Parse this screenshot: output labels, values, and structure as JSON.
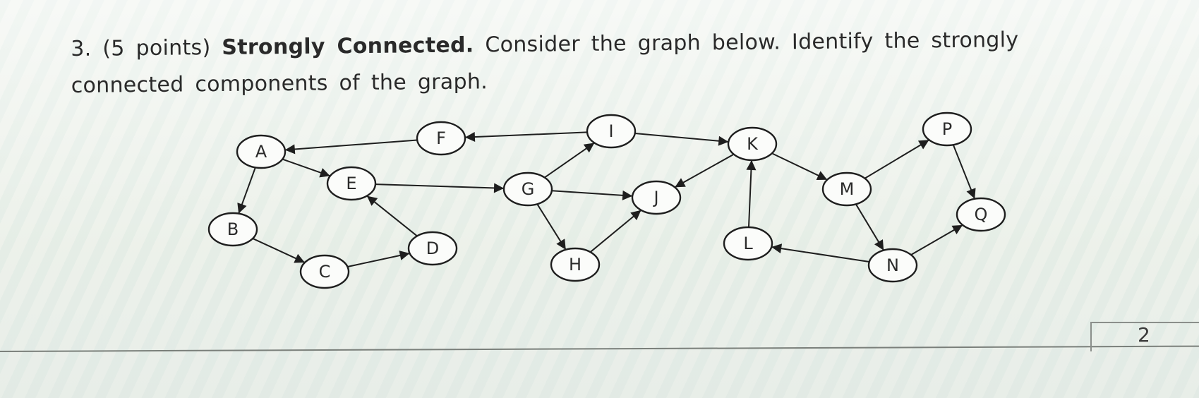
{
  "problem": {
    "number": "3.",
    "points": "(5 points)",
    "title": "Strongly Connected.",
    "prompt": "Consider the graph below. Identify the strongly connected components of the graph."
  },
  "graph": {
    "nodes": [
      "A",
      "B",
      "C",
      "D",
      "E",
      "F",
      "G",
      "H",
      "I",
      "J",
      "K",
      "L",
      "M",
      "N",
      "P",
      "Q"
    ],
    "edges": [
      [
        "F",
        "A"
      ],
      [
        "A",
        "E"
      ],
      [
        "A",
        "B"
      ],
      [
        "B",
        "C"
      ],
      [
        "C",
        "D"
      ],
      [
        "D",
        "E"
      ],
      [
        "E",
        "G"
      ],
      [
        "I",
        "F"
      ],
      [
        "G",
        "I"
      ],
      [
        "G",
        "J"
      ],
      [
        "G",
        "H"
      ],
      [
        "H",
        "J"
      ],
      [
        "I",
        "K"
      ],
      [
        "K",
        "J"
      ],
      [
        "L",
        "K"
      ],
      [
        "K",
        "M"
      ],
      [
        "M",
        "P"
      ],
      [
        "P",
        "Q"
      ],
      [
        "M",
        "N"
      ],
      [
        "N",
        "L"
      ],
      [
        "N",
        "Q"
      ]
    ]
  },
  "footer": {
    "page_number": "2"
  }
}
